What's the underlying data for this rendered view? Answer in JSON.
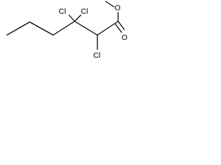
{
  "molecule": {
    "atoms": {
      "cl_top_left": "Cl",
      "cl_top_right": "Cl",
      "cl_bottom": "Cl",
      "oxygen_ester": "O",
      "oxygen_carbonyl": "O"
    },
    "colors": {
      "bond": "#000000",
      "label": "#000000",
      "background": "#ffffff"
    }
  }
}
